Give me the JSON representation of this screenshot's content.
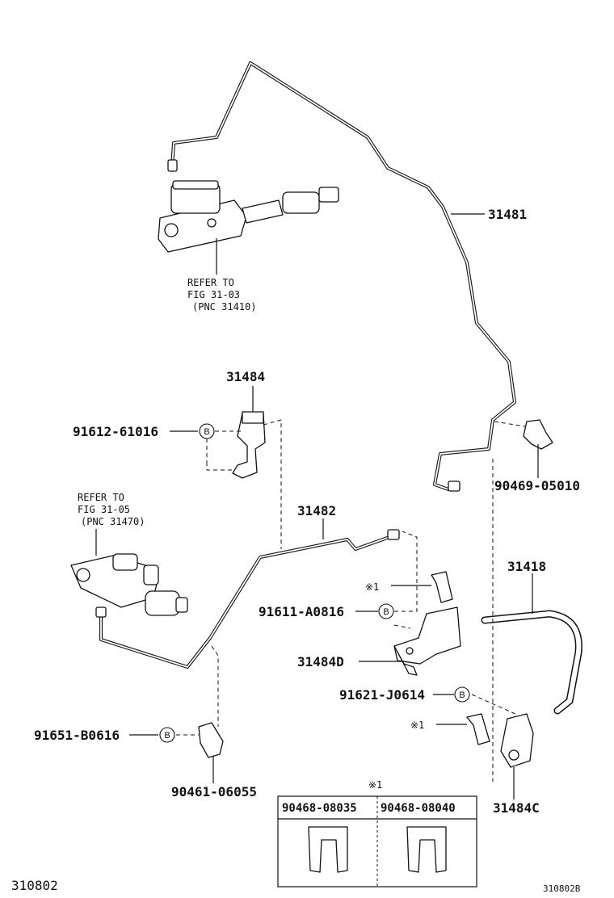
{
  "labels": {
    "p31481": "31481",
    "p31484": "31484",
    "p31482": "31482",
    "p31418": "31418",
    "p31484D": "31484D",
    "p31484C": "31484C",
    "p91612": "91612-61016",
    "p91611": "91611-A0816",
    "p91621": "91621-J0614",
    "p91651": "91651-B0616",
    "p90469": "90469-05010",
    "p90461": "90461-06055"
  },
  "refer_top": {
    "line1": "REFER TO",
    "line2": "FIG 31-03",
    "line3": "(PNC 31410)"
  },
  "refer_mid": {
    "line1": "REFER TO",
    "line2": "FIG 31-05",
    "line3": "(PNC 31470)"
  },
  "marks": {
    "circle_b": "B",
    "note_mark_1": "※1",
    "note_mark_2": "※1",
    "note_mark_table": "※1"
  },
  "table": {
    "col1": "90468-08035",
    "col2": "90468-08040"
  },
  "footer": {
    "left": "310802",
    "right": "310802B"
  }
}
